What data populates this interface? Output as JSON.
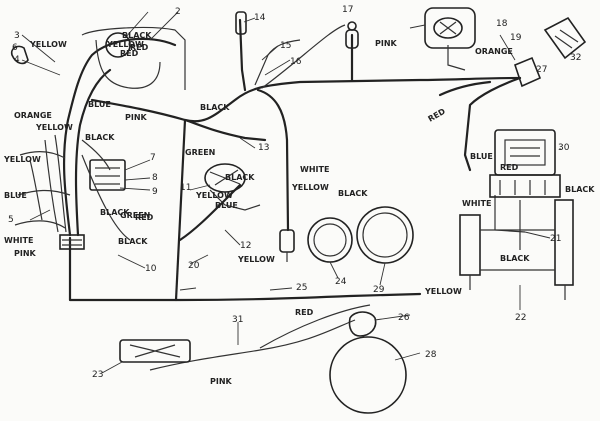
{
  "wire_labels": {
    "black_top": "BLACK",
    "yellow_top": "YELLOW",
    "red_top": "RED",
    "orange_left": "ORANGE",
    "yellow_left": "YELLOW",
    "black_left_mid": "BLACK",
    "red_left": "RED",
    "blue_left_mid": "BLUE",
    "pink_mid": "PINK",
    "black_mid": "BLACK",
    "yellow_bundle": "YELLOW",
    "black_bundle": "BLACK",
    "yellow_lower_left": "YELLOW",
    "blue_lower_left": "BLUE",
    "white_left": "WHITE",
    "pink_left": "PINK",
    "black_lower_left": "BLACK",
    "red_lower_left": "RED",
    "green_mid": "GREEN",
    "green_lower": "GREEN",
    "yellow_center": "YELLOW",
    "blue_center": "BLUE",
    "black_center": "BLACK",
    "white_center": "WHITE",
    "yellow_mid": "YELLOW",
    "yellow_bottom": "YELLOW",
    "black_right_mid": "BLACK",
    "pink_top_right": "PINK",
    "orange_top_right": "ORANGE",
    "blue_right": "BLUE",
    "white_right": "WHITE",
    "black_right": "BLACK",
    "black_right_low": "BLACK",
    "red_right": "RED",
    "yellow_lower_right": "YELLOW",
    "red_bottom": "RED",
    "red_lower_right": "RED",
    "pink_bottom": "PINK"
  },
  "callouts": {
    "n2": "2",
    "n3": "3",
    "n4": "4",
    "n5": "5",
    "n6": "6",
    "n7": "7",
    "n8": "8",
    "n9": "9",
    "n10": "10",
    "n11": "11",
    "n12": "12",
    "n13": "13",
    "n14": "14",
    "n15": "15",
    "n16": "16",
    "n17": "17",
    "n18": "18",
    "n19": "19",
    "n20": "20",
    "n21": "21",
    "n22": "22",
    "n23": "23",
    "n24": "24",
    "n25": "25",
    "n26": "26",
    "n27": "27",
    "n28": "28",
    "n29": "29",
    "n30": "30",
    "n31": "31",
    "n32": "32"
  }
}
